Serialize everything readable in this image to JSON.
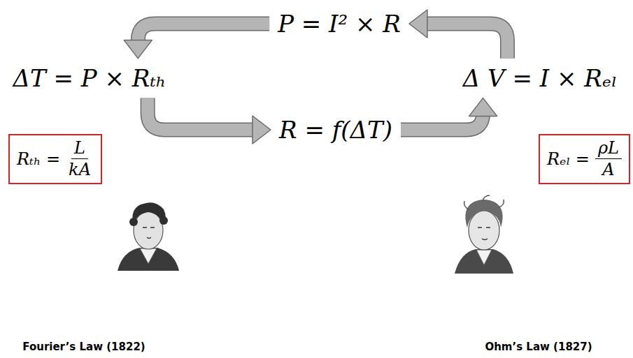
{
  "diagram": {
    "nodes": [
      {
        "text": [
          "P = I² × R"
        ]
      },
      {
        "text": [
          "ΔT = P × Rₜₕ"
        ]
      },
      {
        "text": [
          "Δ V = I × Rₑₗ"
        ]
      },
      {
        "text": [
          "R = f(ΔT)"
        ]
      },
      {
        "text": [
          "Rₜₕ =",
          "L",
          "kA"
        ]
      },
      {
        "text": [
          "Rₑₗ =",
          "ρL",
          "A"
        ]
      }
    ],
    "edges": [
      {
        "from": 0,
        "to": 1,
        "arrow": "to"
      },
      {
        "from": 1,
        "to": 3,
        "arrow": "to"
      },
      {
        "from": 3,
        "to": 2,
        "arrow": "to"
      },
      {
        "from": 2,
        "to": 0,
        "arrow": "to"
      }
    ],
    "labels": [
      "Fourier’s Law (1822)",
      "Ohm’s Law (1827)"
    ]
  }
}
